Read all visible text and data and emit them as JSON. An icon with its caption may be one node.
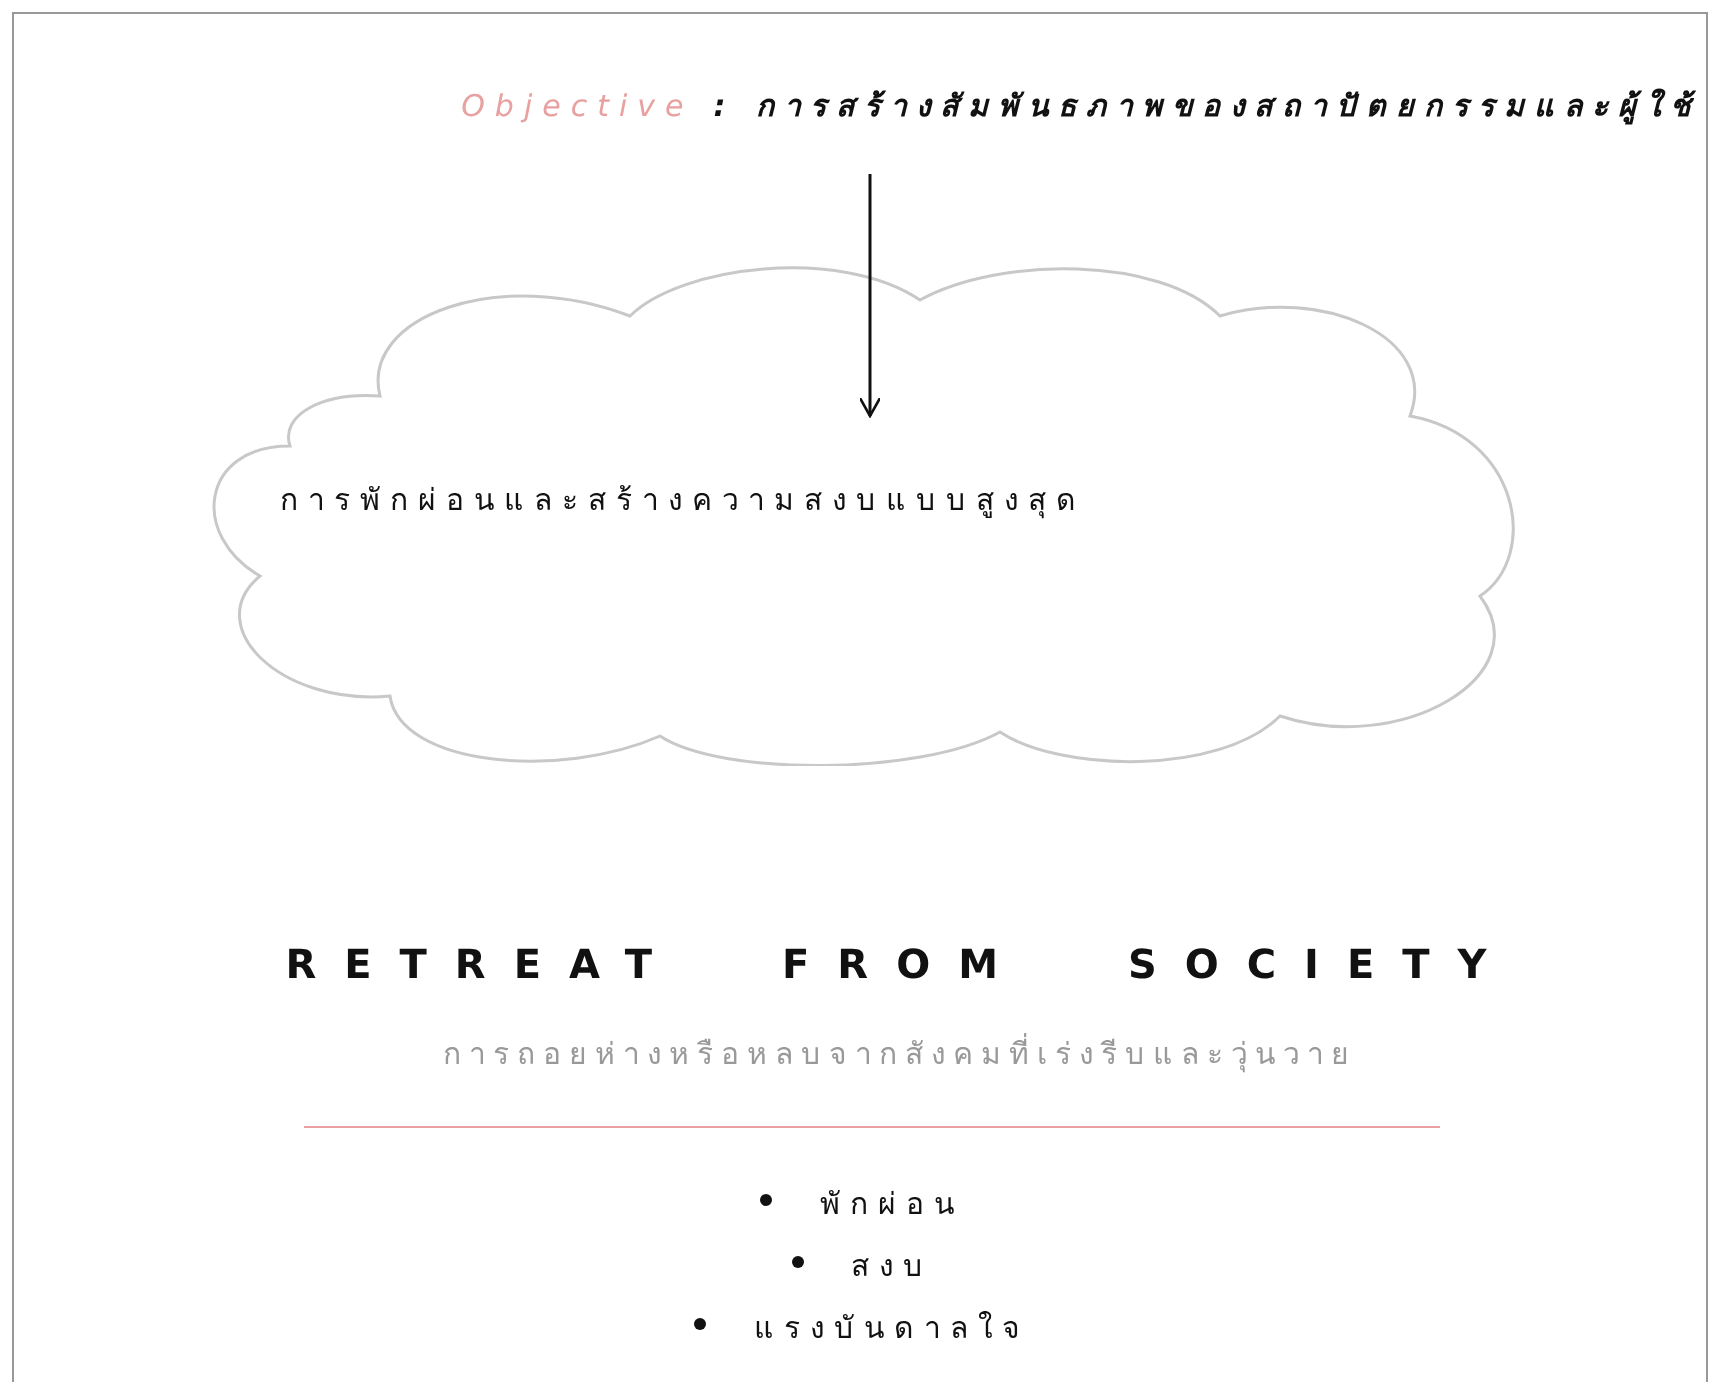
{
  "diagram": {
    "nodes": [
      {
        "text": [
          "Objective",
          ": การสร้างสัมพันธภาพของสถาปัตยกรรมและผู้ใช้"
        ]
      },
      {
        "text": [
          "การพักผ่อนและสร้างความสงบแบบสูงสุด"
        ]
      }
    ],
    "edges": [
      {
        "from": 0,
        "to": 1,
        "arrow": "to"
      }
    ],
    "labels": [
      "RETREAT FROM SOCIETY",
      "การถอยห่างหรือหลบจากสังคมที่เร่งรีบและวุ่นวาย",
      "พักผ่อน",
      "สงบ",
      "แรงบันดาลใจ"
    ]
  }
}
